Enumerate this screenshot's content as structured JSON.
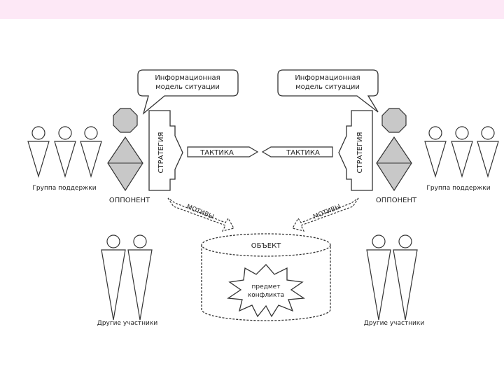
{
  "header": {
    "band_color": "#fde8f6"
  },
  "diagram": {
    "info_model_left": [
      "Информационная",
      "модель ситуации"
    ],
    "info_model_right": [
      "Информационная",
      "модель ситуации"
    ],
    "strategy_left": "СТРАТЕГИЯ",
    "strategy_right": "СТРАТЕГИЯ",
    "tactic_left": "ТАКТИКА",
    "tactic_right": "ТАКТИКА",
    "opponent_left": "ОППОНЕНТ",
    "opponent_right": "ОППОНЕНТ",
    "support_group_left": "Группа поддержки",
    "support_group_right": "Группа поддержки",
    "motives_left": "МОТИВЫ",
    "motives_right": "МОТИВЫ",
    "object": "ОБЪЕКТ",
    "conflict_subject": [
      "предмет",
      "конфликта"
    ],
    "other_participants_left": "Другие участники",
    "other_participants_right": "Другие участники",
    "colors": {
      "shape_fill": "#c8c8c8",
      "stroke": "#333333"
    }
  }
}
